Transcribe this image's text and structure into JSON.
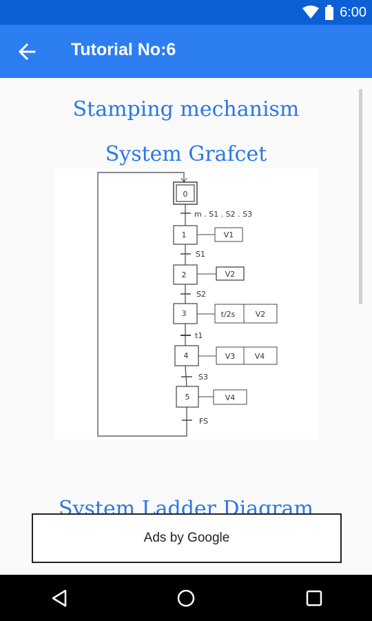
{
  "status_bar": {
    "time": "6:00"
  },
  "app_bar": {
    "title": "Tutorial No:6"
  },
  "content": {
    "heading_1": "Stamping mechanism",
    "heading_2": "System Grafcet",
    "heading_3": "System Ladder Diagram"
  },
  "grafcet": {
    "steps": [
      {
        "label": "0",
        "initial": true,
        "actions": []
      },
      {
        "label": "1",
        "actions": [
          "V1"
        ]
      },
      {
        "label": "2",
        "actions": [
          "V2"
        ]
      },
      {
        "label": "3",
        "actions": [
          "t/2s",
          "V2"
        ]
      },
      {
        "label": "4",
        "actions": [
          "V3",
          "V4"
        ]
      },
      {
        "label": "5",
        "actions": [
          "V4"
        ]
      }
    ],
    "transitions": [
      "m . S1 . S2 . S3",
      "S1",
      "S2",
      "t1",
      "S3",
      "FS"
    ]
  },
  "ad": {
    "label": "Ads by Google"
  },
  "colors": {
    "status_bar": "#0d5fd6",
    "app_bar": "#2c7df0",
    "heading": "#2a78e4"
  },
  "icons": {
    "back": "arrow-left-icon",
    "nav_back": "triangle-back-icon",
    "nav_home": "circle-home-icon",
    "nav_recents": "square-recents-icon"
  }
}
